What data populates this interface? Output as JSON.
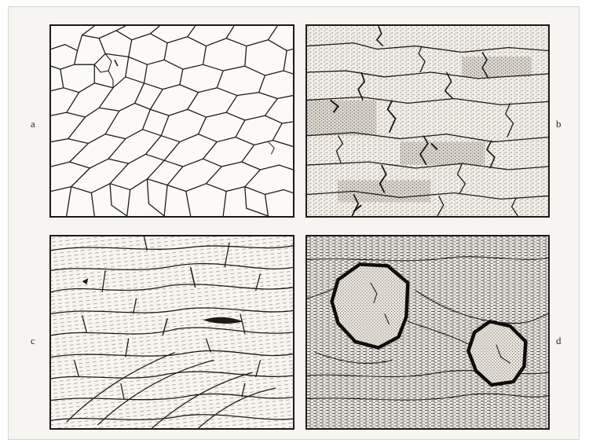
{
  "figure": {
    "panels": [
      {
        "id": "a",
        "label": "a",
        "texture": "equigranular-polygonal-grains"
      },
      {
        "id": "b",
        "label": "b",
        "texture": "elongated-stippled-grains-sutured-boundaries"
      },
      {
        "id": "c",
        "label": "c",
        "texture": "elongated-lensoid-grains-foliated"
      },
      {
        "id": "d",
        "label": "d",
        "texture": "porphyroclasts-in-fine-foliated-matrix"
      }
    ]
  },
  "colors": {
    "ink": "#1c1a17",
    "paper": "#fbfaf7",
    "background": "#f7f5f1"
  }
}
